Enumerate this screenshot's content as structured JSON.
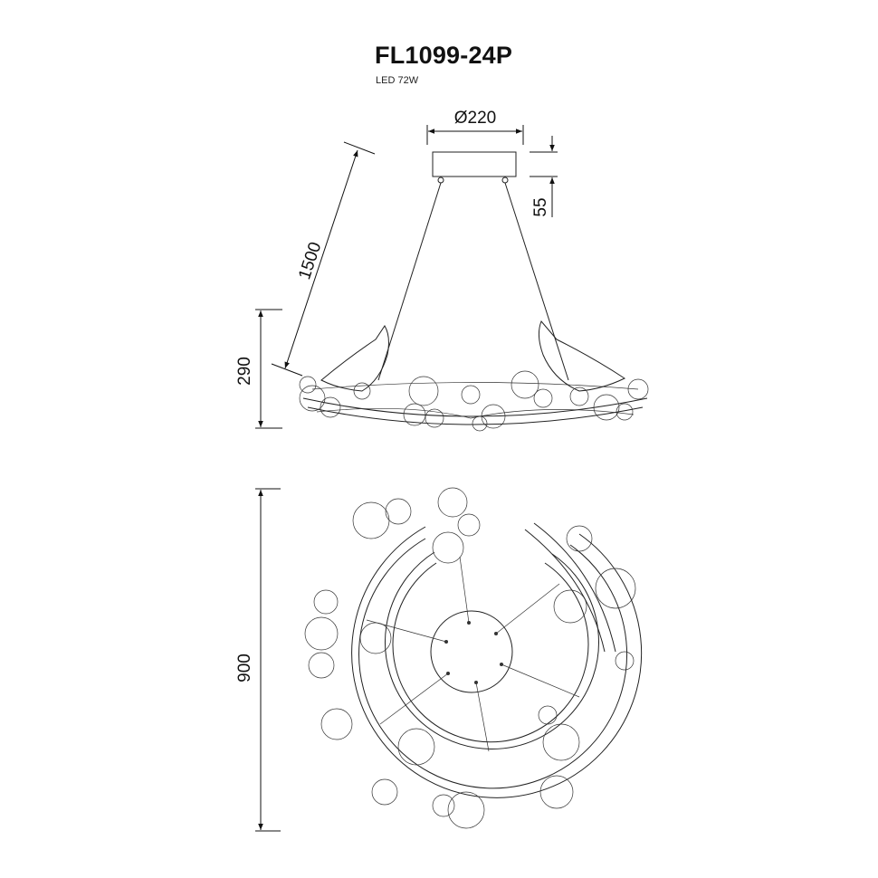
{
  "title": "FL1099-24P",
  "subtitle": "LED 72W",
  "dimensions": {
    "canopy_diameter": "Ø220",
    "canopy_height": "55",
    "cable_length": "1500",
    "body_height": "290",
    "diameter": "900"
  }
}
